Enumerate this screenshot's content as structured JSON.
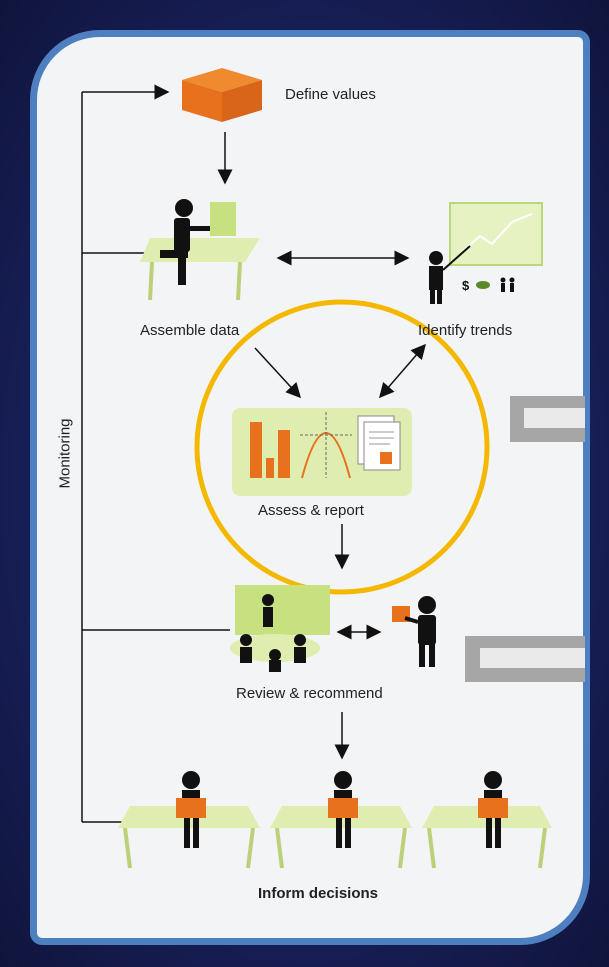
{
  "diagram": {
    "side_label": "Monitoring",
    "steps": {
      "define": "Define values",
      "assemble": "Assemble data",
      "trends": "Identify trends",
      "assess": "Assess & report",
      "review": "Review & recommend",
      "inform": "Inform decisions"
    },
    "trend_icons": "$ 🌿 👪"
  },
  "colors": {
    "accent_orange": "#e8711e",
    "highlight_circle": "#f5b800",
    "frame_border": "#4e7fc0",
    "panel_green": "#dfeeb0"
  }
}
